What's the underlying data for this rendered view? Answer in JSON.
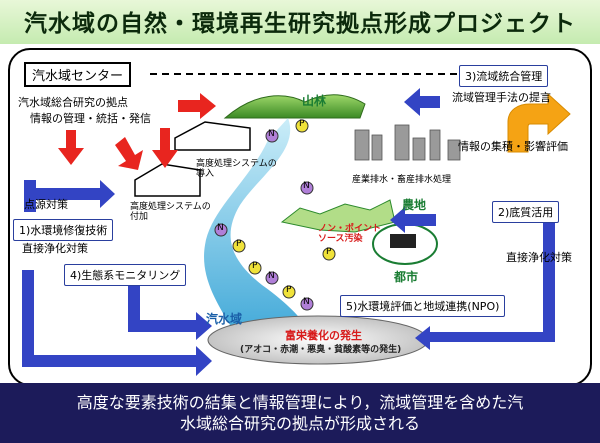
{
  "title": "汽水域の自然・環境再生研究拠点形成プロジェクト",
  "center_box": "汽水域センター",
  "center_role_line1": "汽水域総合研究の拠点",
  "center_role_line2": "情報の管理・統括・発信",
  "labels": {
    "mountain": "山林",
    "farmland": "農地",
    "city": "都市",
    "brackish": "汽水域",
    "advanced_treatment_1": "高度処理システムの導入",
    "advanced_treatment_2": "高度処理システムの付加",
    "industrial_wastewater": "産業排水・畜産排水処理",
    "non_point_source": "ノン・ポイント ソース汚染",
    "point_source": "点源対策",
    "direct_purification_left": "直接浄化対策",
    "direct_purification_right": "直接浄化対策",
    "info_collection": "情報の集積・影響評価",
    "basin_proposal": "流域管理手法の提言",
    "eutrophication_title": "富栄養化の発生",
    "eutrophication_detail": "(アオコ・赤潮・悪臭・貧酸素等の発生)"
  },
  "numbered_boxes": {
    "b1": "1)水環境修復技術",
    "b2": "2)底質活用",
    "b3": "3)流域統合管理",
    "b4": "4)生態系モニタリング",
    "b5": "5)水環境評価と地域連携(NPO)"
  },
  "markers": {
    "p": "P",
    "n": "N"
  },
  "footer_line1": "高度な要素技術の結集と情報管理により，流域管理を含めた汽",
  "footer_line2": "水域総合研究の拠点が形成される",
  "colors": {
    "arrow_red": "#e8251f",
    "arrow_blue": "#3344c4",
    "arrow_orange": "#f5a314",
    "river": "#6fc6e8",
    "mountain": "#5aa832",
    "dashed": "#000000",
    "footer_bg": "#1c1b5a"
  }
}
